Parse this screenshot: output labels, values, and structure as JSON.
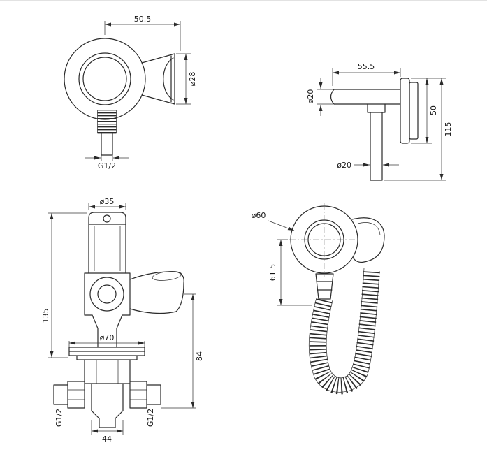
{
  "colors": {
    "background": "#ffffff",
    "line": "#2a2a2a"
  },
  "views": {
    "bracket_top": {
      "dim_width": "50.5",
      "dim_cup_diameter": "ø28",
      "dim_thread": "G1/2"
    },
    "holder_side": {
      "dim_width": "55.5",
      "dim_pipe_diameter": "ø20",
      "dim_plate_height": "50",
      "dim_total_height": "115",
      "dim_drop_pipe_diameter": "ø20"
    },
    "valve_front": {
      "dim_cap_diameter": "ø35",
      "dim_total_height": "135",
      "dim_flange_diameter": "ø70",
      "dim_holder_drop": "84",
      "dim_body_width": "44",
      "dim_left_thread": "G1/2",
      "dim_right_thread": "G1/2"
    },
    "sprayer": {
      "dim_head_diameter": "ø60",
      "dim_drop": "61.5"
    }
  }
}
